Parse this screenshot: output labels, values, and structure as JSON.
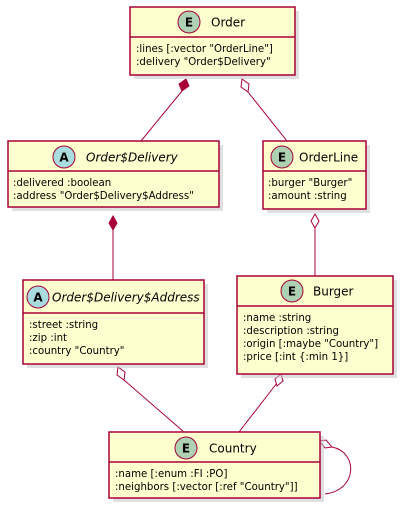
{
  "colors": {
    "box_fill": "#FEFECE",
    "border": "#A80036",
    "entity_badge": "#ADD1B2",
    "abstract_badge": "#A9DCDF"
  },
  "classes": {
    "order": {
      "badge": "E",
      "name": "Order",
      "fields": [
        ":lines [:vector \"OrderLine\"]",
        ":delivery \"Order$Delivery\""
      ]
    },
    "delivery": {
      "badge": "A",
      "name": "Order$Delivery",
      "fields": [
        ":delivered :boolean",
        ":address \"Order$Delivery$Address\""
      ]
    },
    "orderline": {
      "badge": "E",
      "name": "OrderLine",
      "fields": [
        ":burger \"Burger\"",
        ":amount :string"
      ]
    },
    "address": {
      "badge": "A",
      "name": "Order$Delivery$Address",
      "fields": [
        ":street :string",
        ":zip :int",
        ":country \"Country\""
      ]
    },
    "burger": {
      "badge": "E",
      "name": "Burger",
      "fields": [
        ":name :string",
        ":description :string",
        ":origin [:maybe \"Country\"]",
        ":price [:int {:min 1}]"
      ]
    },
    "country": {
      "badge": "E",
      "name": "Country",
      "fields": [
        ":name [:enum :FI :PO]",
        ":neighbors [:vector [:ref \"Country\"]]"
      ]
    }
  }
}
